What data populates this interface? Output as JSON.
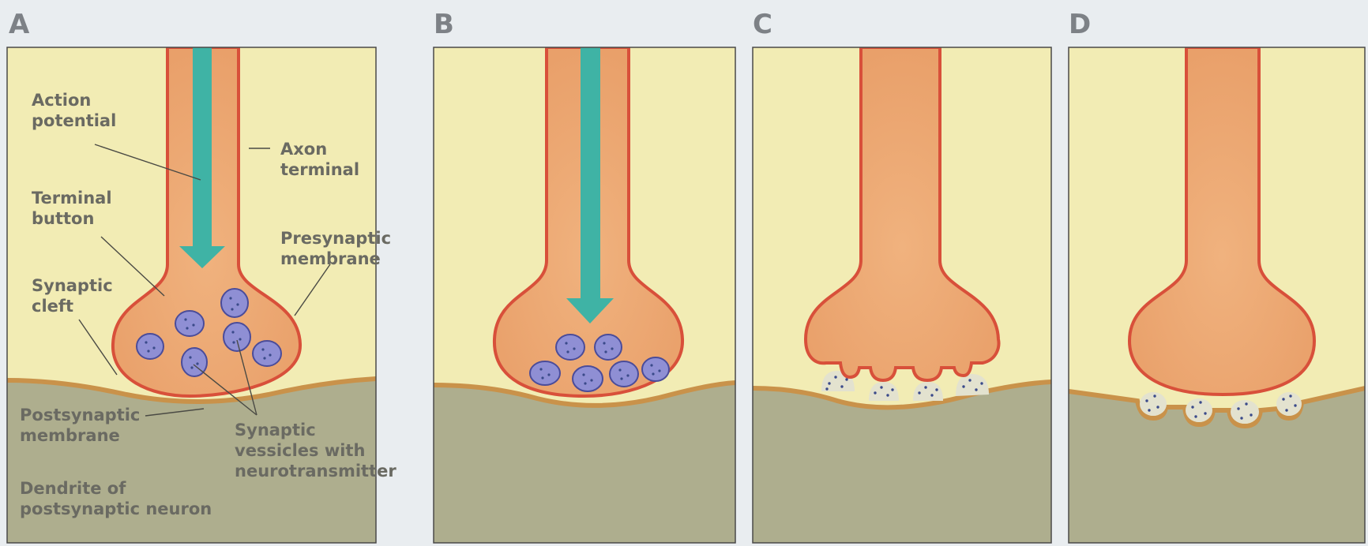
{
  "panels": [
    {
      "letter": "A"
    },
    {
      "letter": "B"
    },
    {
      "letter": "C"
    },
    {
      "letter": "D"
    }
  ],
  "labels": {
    "action_potential": [
      "Action",
      "potential"
    ],
    "axon_terminal": [
      "Axon",
      "terminal"
    ],
    "terminal_button": [
      "Terminal",
      "button"
    ],
    "presynaptic_membrane": [
      "Presynaptic",
      "membrane"
    ],
    "synaptic_cleft": [
      "Synaptic",
      "cleft"
    ],
    "postsynaptic_membrane": [
      "Postsynaptic",
      "membrane"
    ],
    "synaptic_vesicles": [
      "Synaptic",
      "vessicles with",
      "neurotransmitter"
    ],
    "dendrite": [
      "Dendrite of",
      "postsynaptic neuron"
    ]
  },
  "colors": {
    "background": "#e9edf0",
    "extracellular": "#f2ecb4",
    "dendrite": "#aeae8e",
    "membrane_post": "#c9924a",
    "axon_fill": "#eea874",
    "axon_membrane": "#d8503a",
    "action_potential_arrow": "#3fb3a5",
    "vesicle": "#8f8fd4",
    "vesicle_outline": "#4a4c9a",
    "released_neurotransmitter": "#e3e2cf",
    "neurotransmitter_dot": "#3a4a8a"
  }
}
